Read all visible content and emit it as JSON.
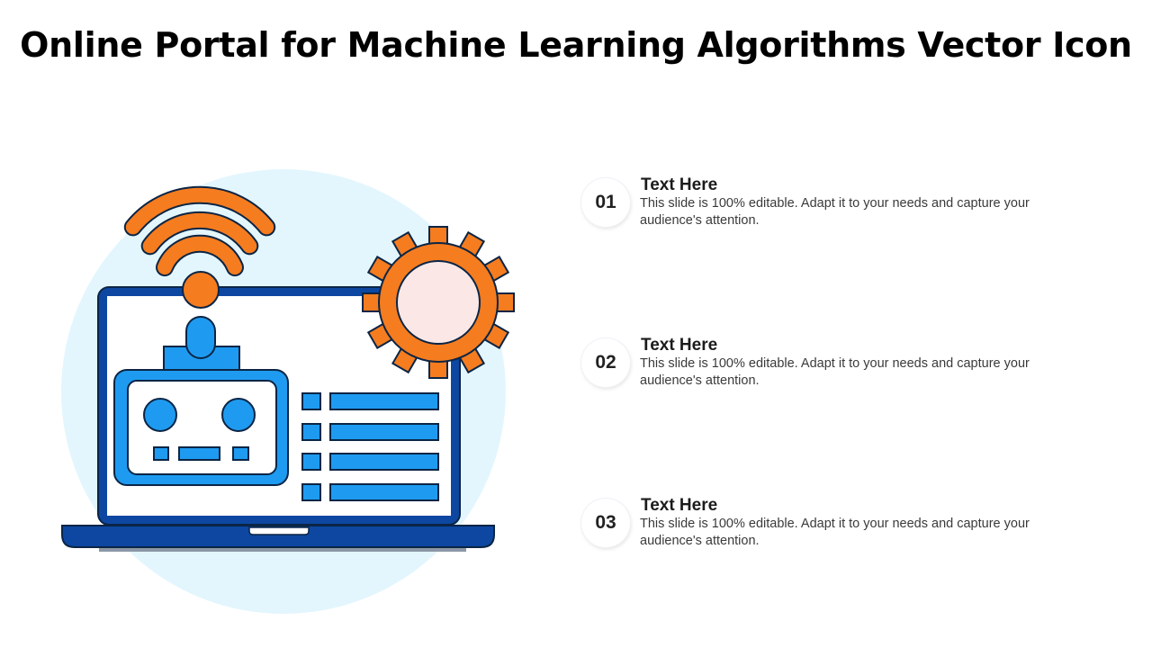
{
  "slide": {
    "title": "Online Portal for Machine Learning Algorithms Vector Icon"
  },
  "points": [
    {
      "number": "01",
      "heading": "Text Here",
      "body": "This slide is 100% editable. Adapt it to your needs and capture your audience's attention."
    },
    {
      "number": "02",
      "heading": "Text Here",
      "body": "This slide is 100% editable. Adapt it to your needs and capture your audience's attention."
    },
    {
      "number": "03",
      "heading": "Text Here",
      "body": "This slide is 100% editable. Adapt it to your needs and capture your audience's attention."
    }
  ],
  "colors": {
    "laptop_dark_blue": "#0d47a1",
    "screen_bright_blue": "#1e9bf0",
    "accent_orange": "#f57c1f",
    "backdrop_light_blue": "#e3f6fd",
    "gear_center": "#fbe8e6",
    "outline": "#0b2545"
  },
  "icons": [
    "wifi-icon",
    "gear-icon",
    "laptop-icon",
    "robot-icon"
  ]
}
